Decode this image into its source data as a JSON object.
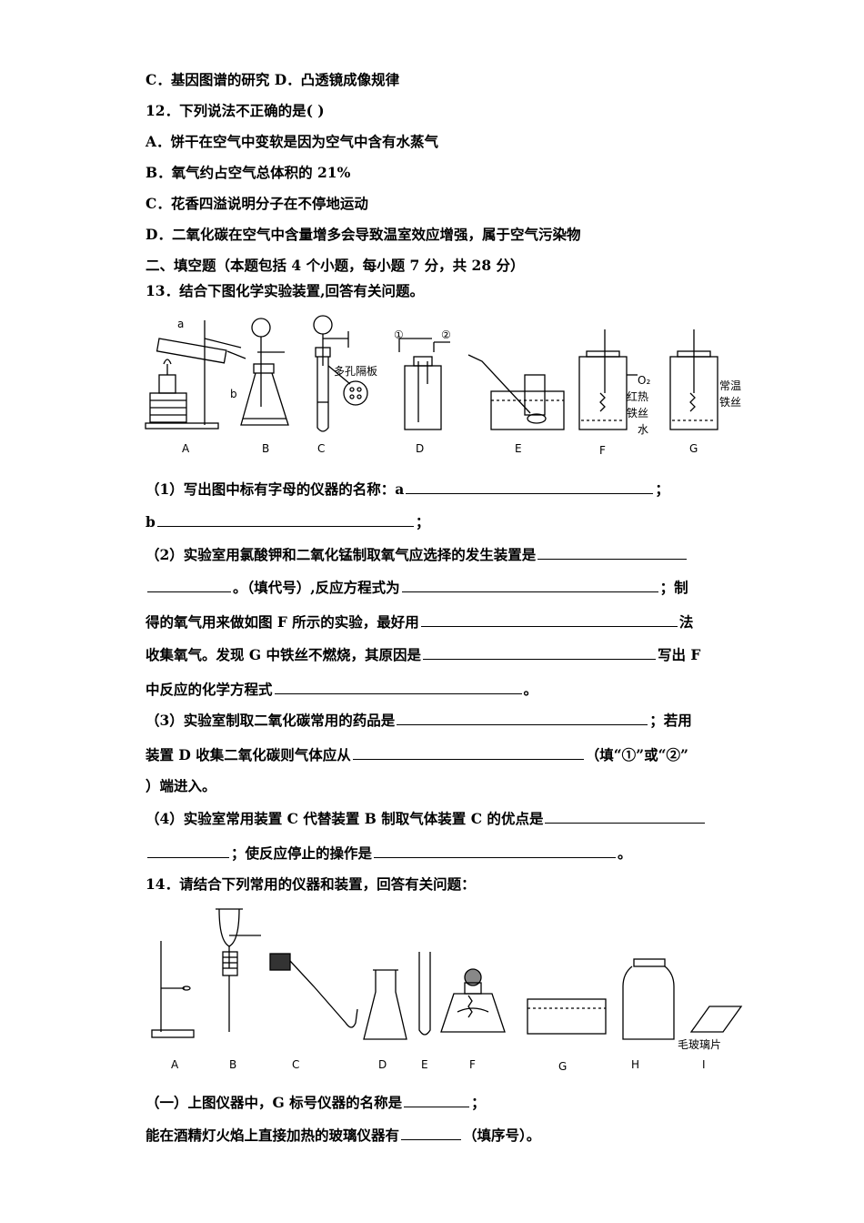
{
  "lines": {
    "l1": "C．基因图谱的研究    D．凸透镜成像规律",
    "l2": "12．下列说法不正确的是(   )",
    "l3": "A．饼干在空气中变软是因为空气中含有水蒸气",
    "l4": "B．氧气约占空气总体积的 21%",
    "l5": "C．花香四溢说明分子在不停地运动",
    "l6": "D．二氧化碳在空气中含量增多会导致温室效应增强，属于空气污染物",
    "l7": "二、填空题（本题包括 4 个小题，每小题 7 分，共 28 分）",
    "l8": "13．结合下图化学实验装置,回答有关问题。",
    "q1a": "（1）写出图中标有字母的仪器的名称：a",
    "q1a_end": "；",
    "q1b": "b",
    "q1b_end": "；",
    "q2a": "（2）实验室用氯酸钾和二氧化锰制取氧气应选择的发生装置是",
    "q2b_1": "。（填代号）,反应方程式为",
    "q2b_2": "；制",
    "q2c_1": "得的氧气用来做如图 F 所示的实验，最好用",
    "q2c_2": "法",
    "q2d_1": "收集氧气。发现 G 中铁丝不燃烧，其原因是",
    "q2d_2": "写出 F",
    "q2e_1": "中反应的化学方程式",
    "q2e_2": "。",
    "q3a_1": "（3）实验室制取二氧化碳常用的药品是",
    "q3a_2": "；若用",
    "q3b_1": "装置 D 收集二氧化碳则气体应从",
    "q3b_2": "（填“①”或“②”",
    "q3c": "）端进入。",
    "q4a": "（4）实验室常用装置 C 代替装置 B 制取气体装置 C 的优点是",
    "q4b_1": "；使反应停止的操作是",
    "q4b_2": "。",
    "q14": "14．请结合下列常用的仪器和装置，回答有关问题：",
    "q14a_1": "（一）上图仪器中，G 标号仪器的名称是",
    "q14a_2": "；",
    "q14b_1": "能在酒精灯火焰上直接加热的玻璃仪器有",
    "q14b_2": "（填序号）。"
  },
  "fig1": {
    "labels": [
      "A",
      "B",
      "C",
      "D",
      "E",
      "F",
      "G"
    ],
    "a": "a",
    "b": "b",
    "c1": "①",
    "c2": "②",
    "plate": "多孔隔板",
    "o2": "O₂",
    "hot1": "红热",
    "hot2": "铁丝",
    "water": "水",
    "cold1": "常温",
    "cold2": "铁丝"
  },
  "fig2": {
    "labels": [
      "A",
      "B",
      "C",
      "D",
      "E",
      "F",
      "G",
      "H",
      "I"
    ],
    "glass": "毛玻璃片"
  }
}
